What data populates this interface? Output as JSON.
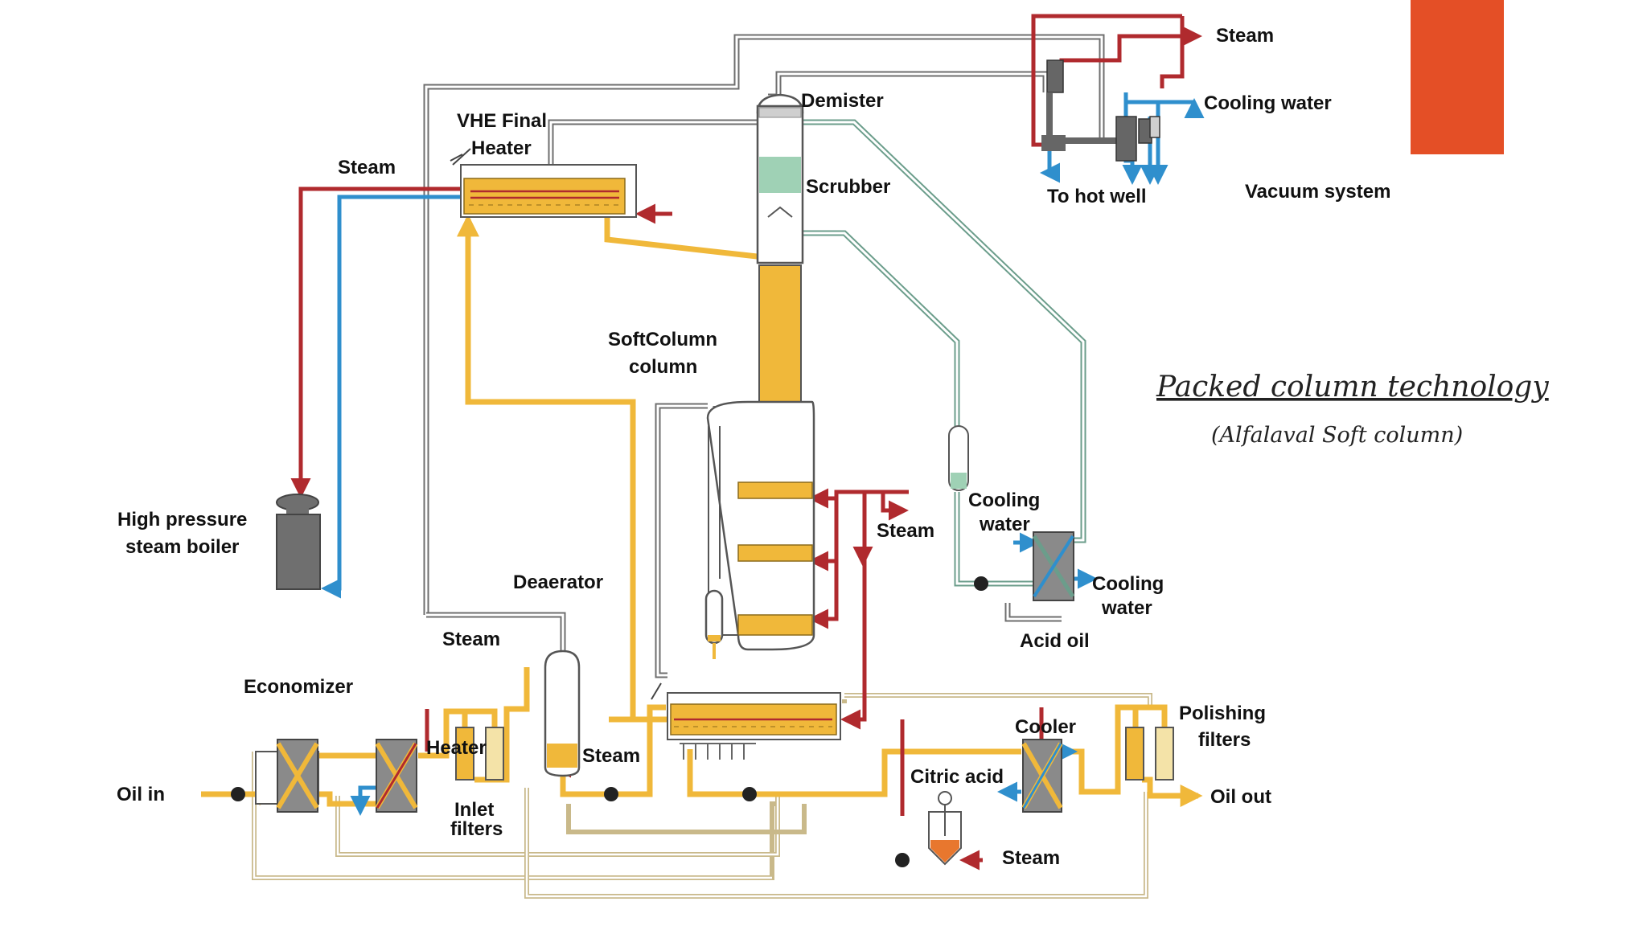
{
  "title": "Packed column technology",
  "subtitle": "(Alfalaval Soft column)",
  "labels": {
    "steam_top_right": "Steam",
    "cooling_water_top_right": "Cooling water",
    "to_hot_well": "To hot well",
    "vacuum_system": "Vacuum system",
    "demister": "Demister",
    "scrubber": "Scrubber",
    "vhe_final_heater_line1": "VHE Final",
    "vhe_final_heater_line2": "Heater",
    "steam_vhe": "Steam",
    "softcolumn_line1": "SoftColumn",
    "softcolumn_line2": "column",
    "boiler_line1": "High pressure",
    "boiler_line2": "steam boiler",
    "steam_column": "Steam",
    "cooling_water_mid_line1": "Cooling",
    "cooling_water_mid_line2": "water",
    "cooling_water_hx_line1": "Cooling",
    "cooling_water_hx_line2": "water",
    "acid_oil": "Acid oil",
    "deaerator": "Deaerator",
    "steam_left": "Steam",
    "economizer": "Economizer",
    "heater": "Heater",
    "steam_deaerator": "Steam",
    "inlet_filters_line1": "Inlet",
    "inlet_filters_line2": "filters",
    "oil_in": "Oil in",
    "cooler": "Cooler",
    "polishing_filters_line1": "Polishing",
    "polishing_filters_line2": "filters",
    "citric_acid": "Citric acid",
    "oil_out": "Oil out",
    "steam_bottom": "Steam"
  },
  "colors": {
    "accent_block": "#e44f26",
    "oil": "#f0b83a",
    "steam": "#b02a2e",
    "cooling_water": "#2f8fcd",
    "vapor_line": "#6e6e6e",
    "scrubber_liquid": "#9fd1b5"
  }
}
